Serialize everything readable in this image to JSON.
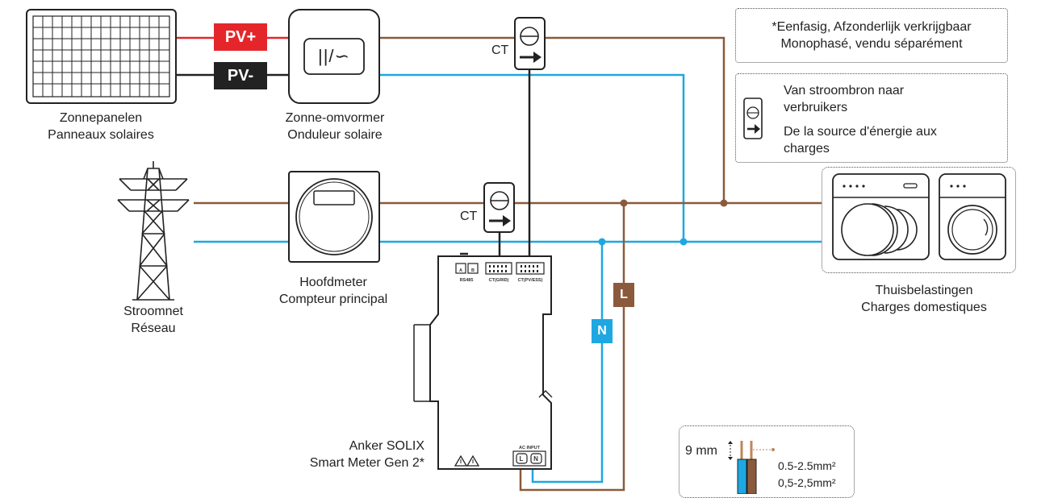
{
  "colors": {
    "live": "#8b5a3c",
    "neutral": "#1ea7e1",
    "pv_plus": "#e4262b",
    "pv_minus": "#222222",
    "ink": "#222222"
  },
  "nodes": {
    "solar_panels": {
      "line1": "Zonnepanelen",
      "line2": "Panneaux solaires"
    },
    "inverter": {
      "line1": "Zonne-omvormer",
      "line2": "Onduleur solaire",
      "symbol": "||/∽"
    },
    "grid": {
      "line1": "Stroomnet",
      "line2": "Réseau"
    },
    "main_meter": {
      "line1": "Hoofdmeter",
      "line2": "Compteur principal"
    },
    "home_loads": {
      "line1": "Thuisbelastingen",
      "line2": "Charges domestiques"
    },
    "smart_meter": {
      "line1": "Anker SOLIX",
      "line2": "Smart Meter Gen 2*"
    }
  },
  "tags": {
    "pv_plus": "PV+",
    "pv_minus": "PV-",
    "live": "L",
    "neutral": "N"
  },
  "ct": {
    "top": "CT",
    "middle": "CT"
  },
  "meter_ports": {
    "rs485": "RS485",
    "ct_grid": "CT(GRID)",
    "ct_pv": "CT(PV/ESS)",
    "ac_input": "AC INPUT",
    "port_l": "L",
    "port_n": "N",
    "port_a": "A",
    "port_b": "B"
  },
  "footnote": {
    "line1": "*Eenfasig, Afzonderlijk verkrijgbaar",
    "line2": "Monophasé, vendu séparément"
  },
  "legend": {
    "nl_line1": "Van stroombron naar",
    "nl_line2": "verbruikers",
    "fr_line1": "De la source d'énergie aux",
    "fr_line2": "charges"
  },
  "wire_spec": {
    "strip_length": "9 mm",
    "section_nl": "0.5-2.5mm²",
    "section_fr": "0,5-2,5mm²"
  }
}
